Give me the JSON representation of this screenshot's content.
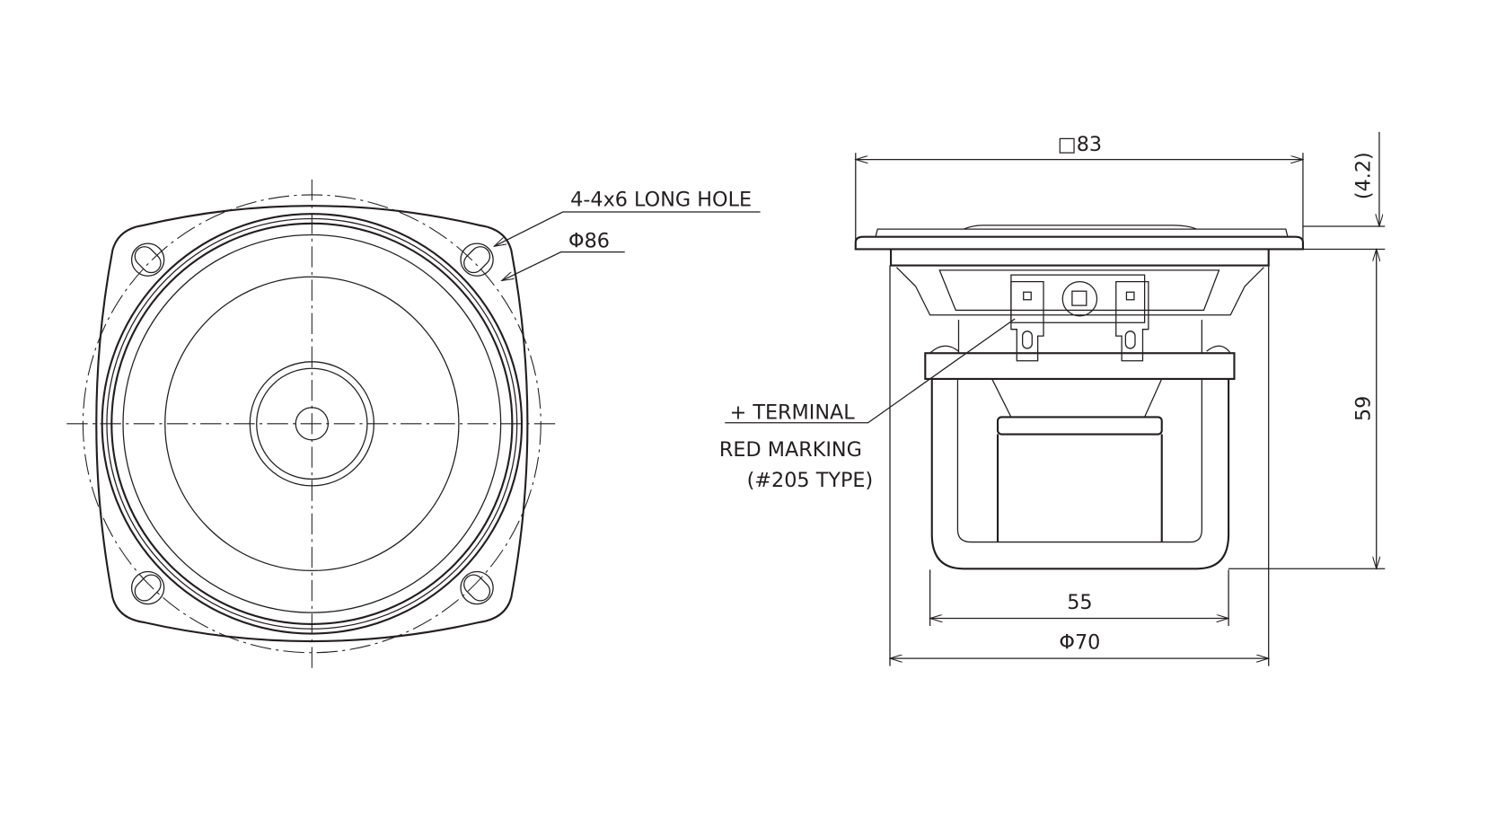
{
  "front_view": {
    "hole_label": "4-4x6 LONG HOLE",
    "pcd_label": "Φ86"
  },
  "side_view": {
    "width_label": "□83",
    "flange_label": "(4.2)",
    "depth_label": "59",
    "magnet_label": "55",
    "basket_label": "Φ70",
    "terminal_label": "+ TERMINAL",
    "marking_label": "RED MARKING",
    "type_label": "(#205 TYPE)"
  },
  "colors": {
    "line": "#231f20",
    "background": "#ffffff"
  }
}
